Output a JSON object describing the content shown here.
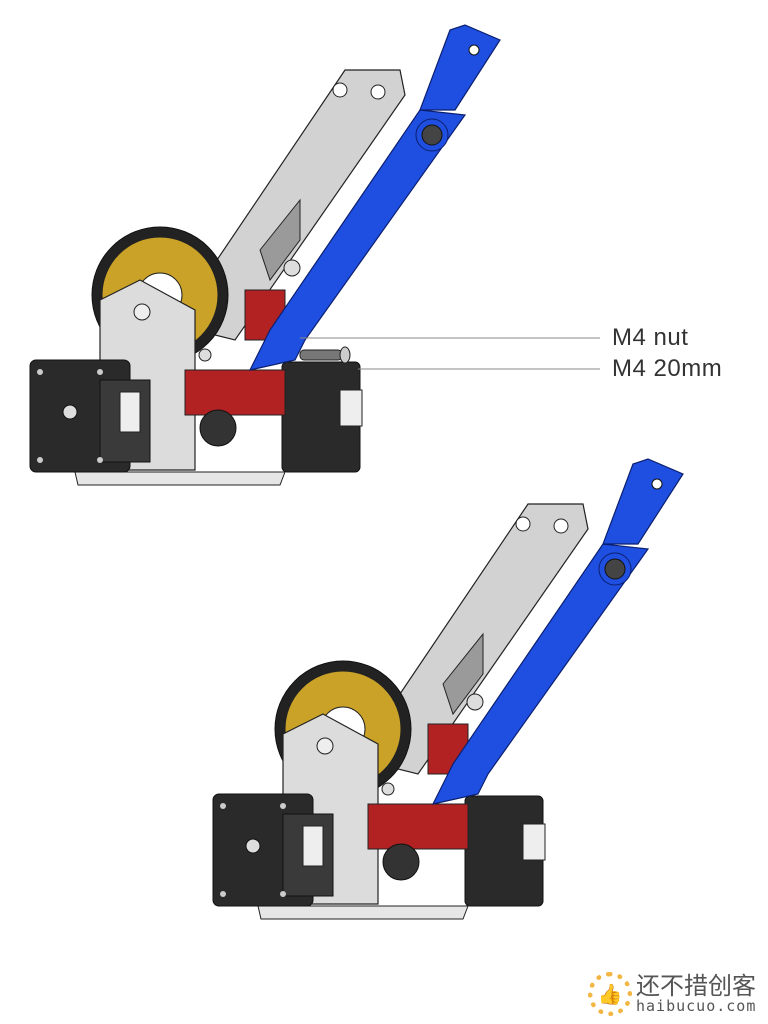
{
  "callouts": [
    {
      "text": "M4 nut"
    },
    {
      "text": "M4 20mm"
    }
  ],
  "watermark": {
    "cn": "还不措创客",
    "en": "haibucuo.com"
  },
  "colors": {
    "arm_blue": "#1f4fe0",
    "arm_gray": "#d4d4d4",
    "gear_gold": "#c9a227",
    "motor_black": "#2a2a2a",
    "bracket_red": "#b22222"
  }
}
